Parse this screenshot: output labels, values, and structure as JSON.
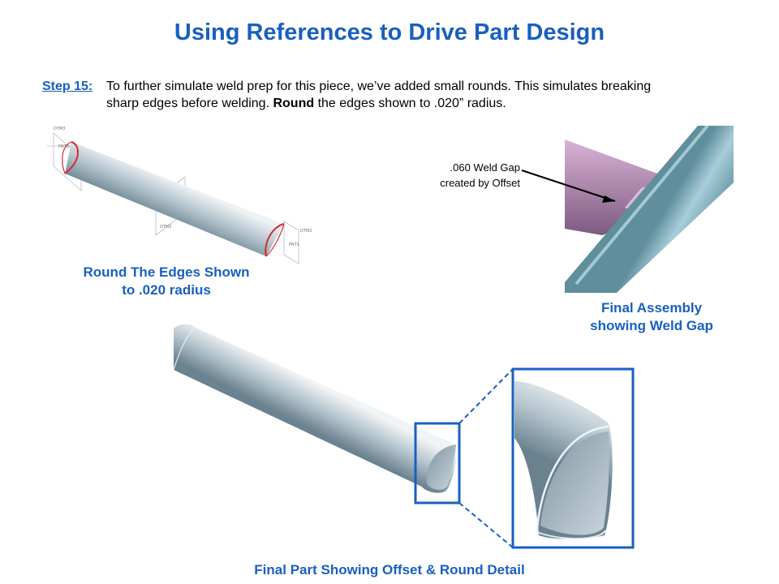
{
  "slide": {
    "title": "Using References to Drive Part Design",
    "step": {
      "label": "Step 15:",
      "line1": "To further simulate weld prep for this piece, we’ve added small rounds. This simulates breaking",
      "line2_pre": "sharp edges before welding. ",
      "line2_bold": "Round",
      "line2_post": " the edges shown to .020” radius."
    },
    "figure_left": {
      "caption_line1": "Round The Edges Shown",
      "caption_line2": "to .020 radius",
      "datum_labels": [
        "DTM3",
        "PNT0",
        "DTM2",
        "DTM2",
        "PNT1"
      ]
    },
    "figure_right": {
      "annotation_line1": ".060 Weld Gap",
      "annotation_line2": "created by Offset",
      "caption_line1": "Final Assembly",
      "caption_line2": "showing Weld Gap"
    },
    "figure_bottom": {
      "caption": "Final Part Showing Offset & Round Detail"
    },
    "colors": {
      "accent": "#1a5fc0",
      "pipe": "#a7b9c4",
      "edge_highlight": "#d7282f",
      "assembly_pipe": "#8fb8c6",
      "assembly_part": "#b98ab6"
    }
  }
}
